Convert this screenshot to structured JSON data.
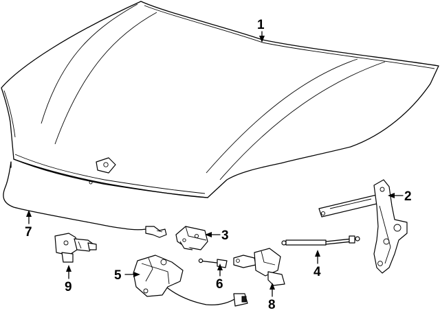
{
  "callouts": {
    "hood": "1",
    "hinge": "2",
    "striker": "3",
    "lift_support": "4",
    "latch": "5",
    "clip": "6",
    "release_cable": "7",
    "switch_right": "8",
    "switch_left": "9"
  }
}
